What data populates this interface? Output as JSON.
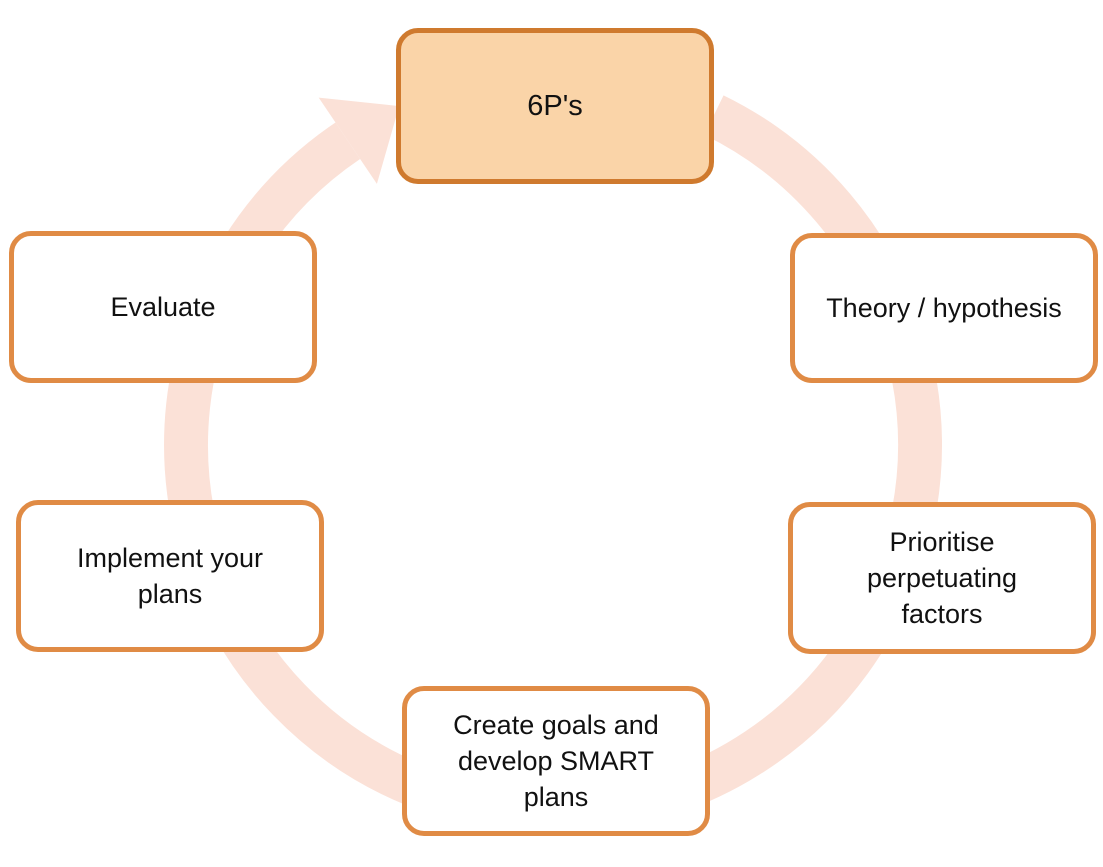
{
  "diagram": {
    "type": "cycle",
    "colors": {
      "ring": "#fbe1d7",
      "node_border": "#e08b45",
      "primary_fill": "#fad4a8",
      "primary_border": "#cf7a2e",
      "node_fill": "#ffffff",
      "text": "#111111"
    },
    "nodes": [
      {
        "id": "six-ps",
        "label": "6P's"
      },
      {
        "id": "theory",
        "label": "Theory / hypothesis"
      },
      {
        "id": "prioritise",
        "label": "Prioritise perpetuating factors"
      },
      {
        "id": "goals",
        "label": "Create goals and develop SMART plans"
      },
      {
        "id": "implement",
        "label": "Implement your plans"
      },
      {
        "id": "evaluate",
        "label": "Evaluate"
      }
    ]
  }
}
